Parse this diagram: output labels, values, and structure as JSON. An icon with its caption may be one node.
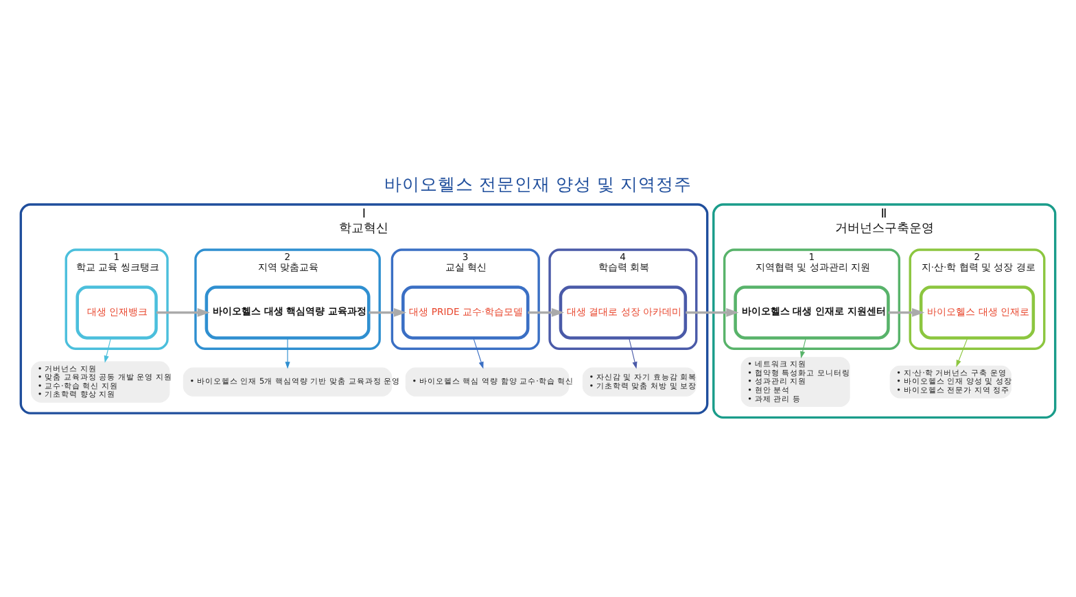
{
  "diagram": {
    "title": "바이오헬스 전문인재 양성 및 지역정주",
    "nodes": [
      {
        "text": [
          "Ⅰ",
          "학교혁신"
        ]
      },
      {
        "text": [
          "1",
          "학교 교육 씽크탱크"
        ],
        "in": 0
      },
      {
        "text": [
          "대생 인재뱅크"
        ],
        "in": 1
      },
      {
        "text": [
          "• 거버넌스 지원",
          "• 맞춤 교육과정 공동 개발 운영 지원",
          "• 교수·학습 혁신 지원",
          "• 기초학력 향상 지원"
        ],
        "in": 0
      },
      {
        "text": [
          "2",
          "지역 맞춤교육"
        ],
        "in": 0
      },
      {
        "text": [
          "바이오헬스 대생 핵심역량 교육과정"
        ],
        "in": 4
      },
      {
        "text": [
          "• 바이오헬스 인재 5개 핵심역량 기반 맞춤 교육과정 운영"
        ],
        "in": 0
      },
      {
        "text": [
          "3",
          "교실 혁신"
        ],
        "in": 0
      },
      {
        "text": [
          "대생 PRIDE 교수·학습모델"
        ],
        "in": 7
      },
      {
        "text": [
          "• 바이오헬스 핵심 역량 함양 교수·학습 혁신"
        ],
        "in": 0
      },
      {
        "text": [
          "4",
          "학습력 회복"
        ],
        "in": 0
      },
      {
        "text": [
          "대생 결대로 성장 아카데미"
        ],
        "in": 10
      },
      {
        "text": [
          "• 자신감 및 자기 효능감 회복",
          "• 기초학력 맞춤 처방 및 보장"
        ],
        "in": 0
      },
      {
        "text": [
          "Ⅱ",
          "거버넌스구축운영"
        ]
      },
      {
        "text": [
          "1",
          "지역협력 및 성과관리 지원"
        ],
        "in": 13
      },
      {
        "text": [
          "바이오헬스 대생 인재로 지원센터"
        ],
        "in": 14
      },
      {
        "text": [
          "• 네트워크 지원",
          "• 협약형 특성화고 모니터링",
          "• 성과관리 지원",
          "• 현안 분석",
          "• 과제 관리 등"
        ],
        "in": 13
      },
      {
        "text": [
          "2",
          "지·산·학 협력 및 성장 경로"
        ],
        "in": 13
      },
      {
        "text": [
          "바이오헬스 대생 인재로"
        ],
        "in": 17
      },
      {
        "text": [
          "• 지·산·학 거버넌스 구축 운영",
          "• 바이오헬스 인재 양성 및 성장",
          "• 바이오헬스 전문가 지역 정주"
        ],
        "in": 13
      }
    ],
    "edges": [
      {
        "from": 2,
        "to": 5,
        "arrow": "to"
      },
      {
        "from": 5,
        "to": 8,
        "arrow": "to"
      },
      {
        "from": 8,
        "to": 11,
        "arrow": "to"
      },
      {
        "from": 11,
        "to": 15,
        "arrow": "to"
      },
      {
        "from": 15,
        "to": 18,
        "arrow": "to"
      },
      {
        "from": 2,
        "to": 3,
        "arrow": "to",
        "color": "#4bbfdc"
      },
      {
        "from": 5,
        "to": 6,
        "arrow": "to",
        "color": "#2f8fd0"
      },
      {
        "from": 8,
        "to": 9,
        "arrow": "to",
        "color": "#3a6fc4"
      },
      {
        "from": 11,
        "to": 12,
        "arrow": "to",
        "color": "#4a5aa8"
      },
      {
        "from": 15,
        "to": 16,
        "arrow": "to",
        "color": "#58b36a"
      },
      {
        "from": 18,
        "to": 19,
        "arrow": "to",
        "color": "#8cc63f"
      }
    ]
  }
}
